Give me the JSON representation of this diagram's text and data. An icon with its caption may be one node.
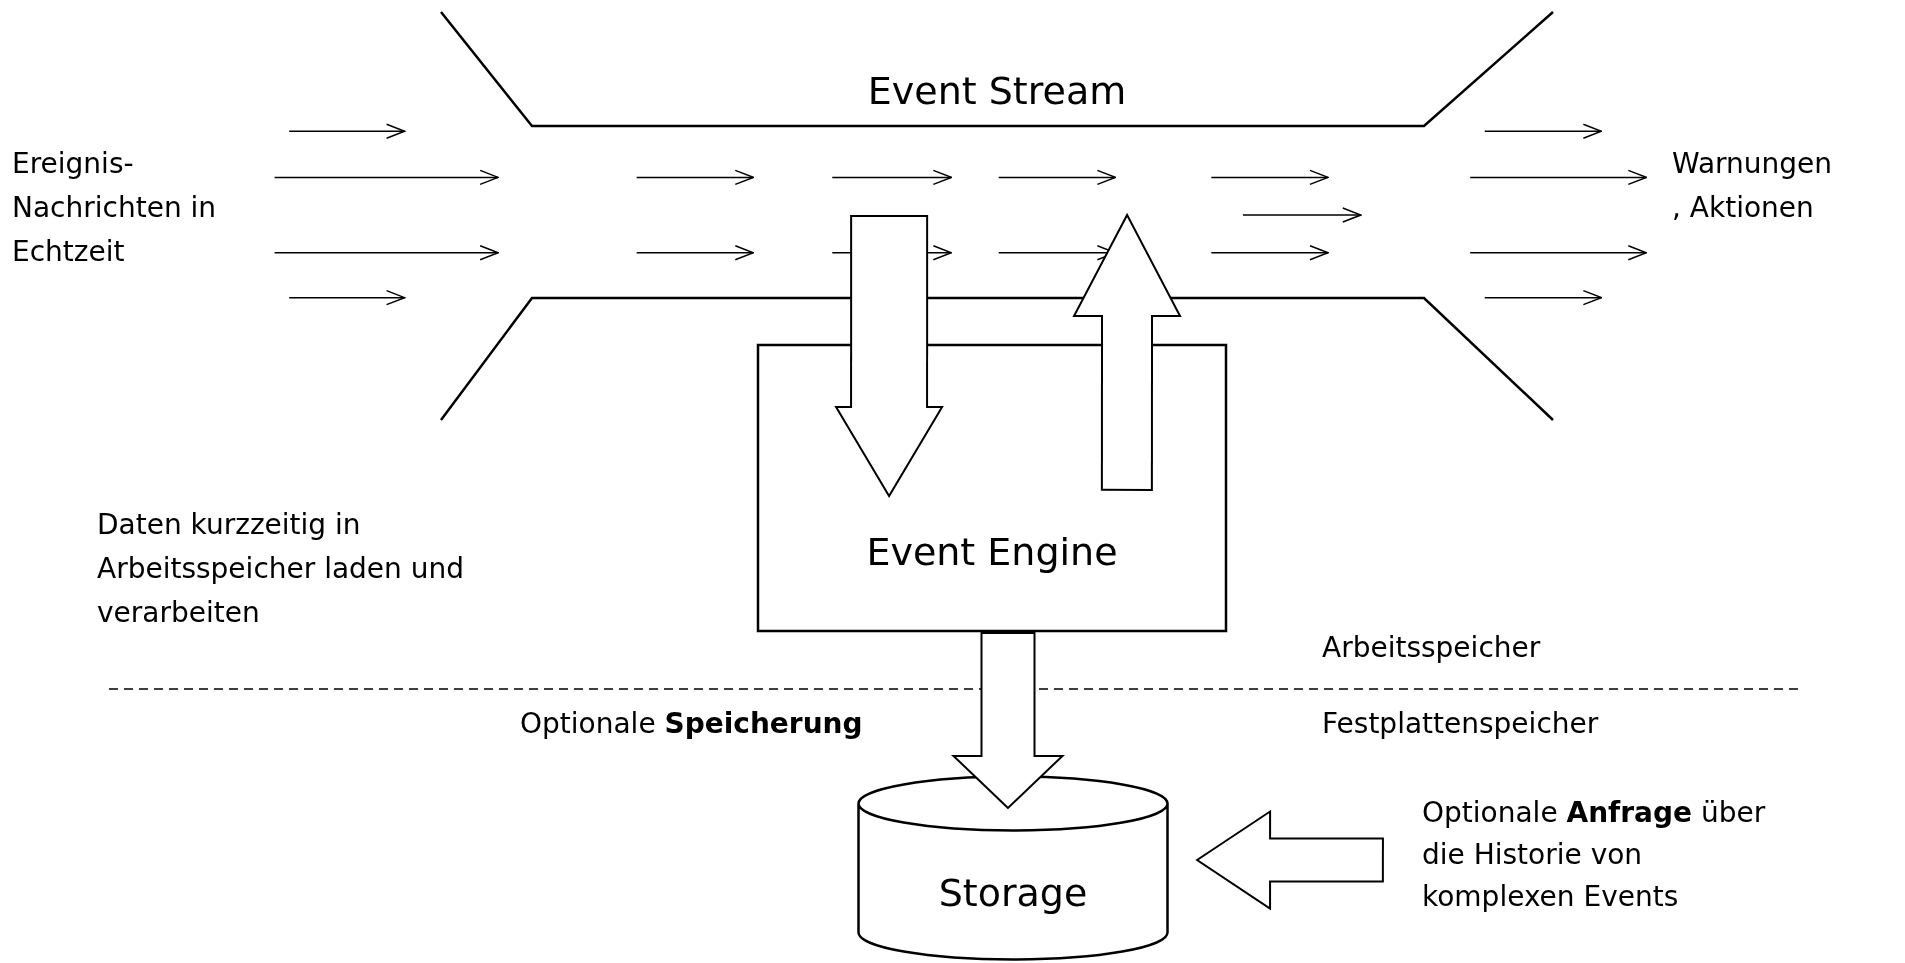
{
  "diagram": {
    "nodes": [
      {
        "text": [
          "Event Stream"
        ]
      },
      {
        "text": [
          "Event Engine"
        ]
      },
      {
        "text": [
          "Storage"
        ]
      },
      {
        "text": [
          "Optionale **Anfrage** über die Historie von komplexen Events"
        ]
      }
    ],
    "edges": [
      {
        "from": 0,
        "to": 1,
        "arrow": "to"
      },
      {
        "from": 1,
        "to": 0,
        "arrow": "to"
      },
      {
        "from": 1,
        "to": 2,
        "arrow": "to"
      },
      {
        "from": 3,
        "to": 2,
        "arrow": "to"
      }
    ],
    "labels": [
      "Ereignis- Nachrichten in Echtzeit",
      "Warnungen , Aktionen",
      "Daten kurzzeitig in Arbeitsspeicher laden und verarbeiten",
      "Arbeitsspeicher",
      "Festplattenspeicher",
      "Optionale **Speicherung**"
    ]
  }
}
